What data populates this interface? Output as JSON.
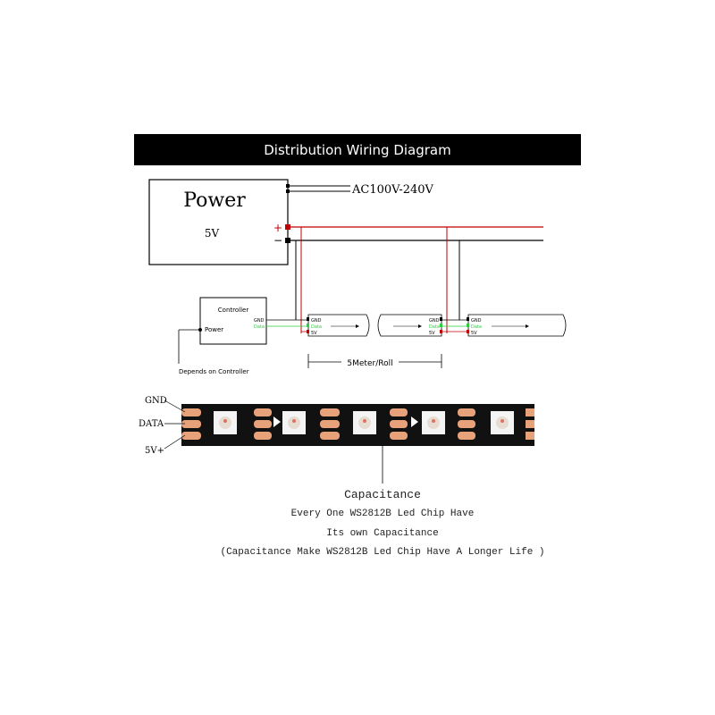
{
  "title": "Distribution Wiring Diagram",
  "power": {
    "label": "Power",
    "voltage": "5V",
    "ac_input": "AC100V-240V",
    "plus": "+",
    "minus": "−"
  },
  "controller": {
    "label": "Controller",
    "power_label": "Power",
    "note": "Depends on Controller"
  },
  "strip_pins": {
    "gnd": "GND",
    "data": "Data",
    "v5": "5V"
  },
  "length_label": "5Meter/Roll",
  "strip_labels": {
    "gnd": "GND",
    "data": "DATA",
    "v5": "5V+"
  },
  "caption": {
    "title": "Capacitance",
    "line1": "Every One WS2812B Led Chip Have",
    "line2": "Its own Capacitance",
    "line3": "(Capacitance Make WS2812B Led Chip Have A Longer Life )"
  },
  "colors": {
    "banner_bg": "#000000",
    "power_plus": "#c00000",
    "data_wire": "#2ecc40",
    "strip_bg": "#111111",
    "pad": "#e8a27a"
  }
}
